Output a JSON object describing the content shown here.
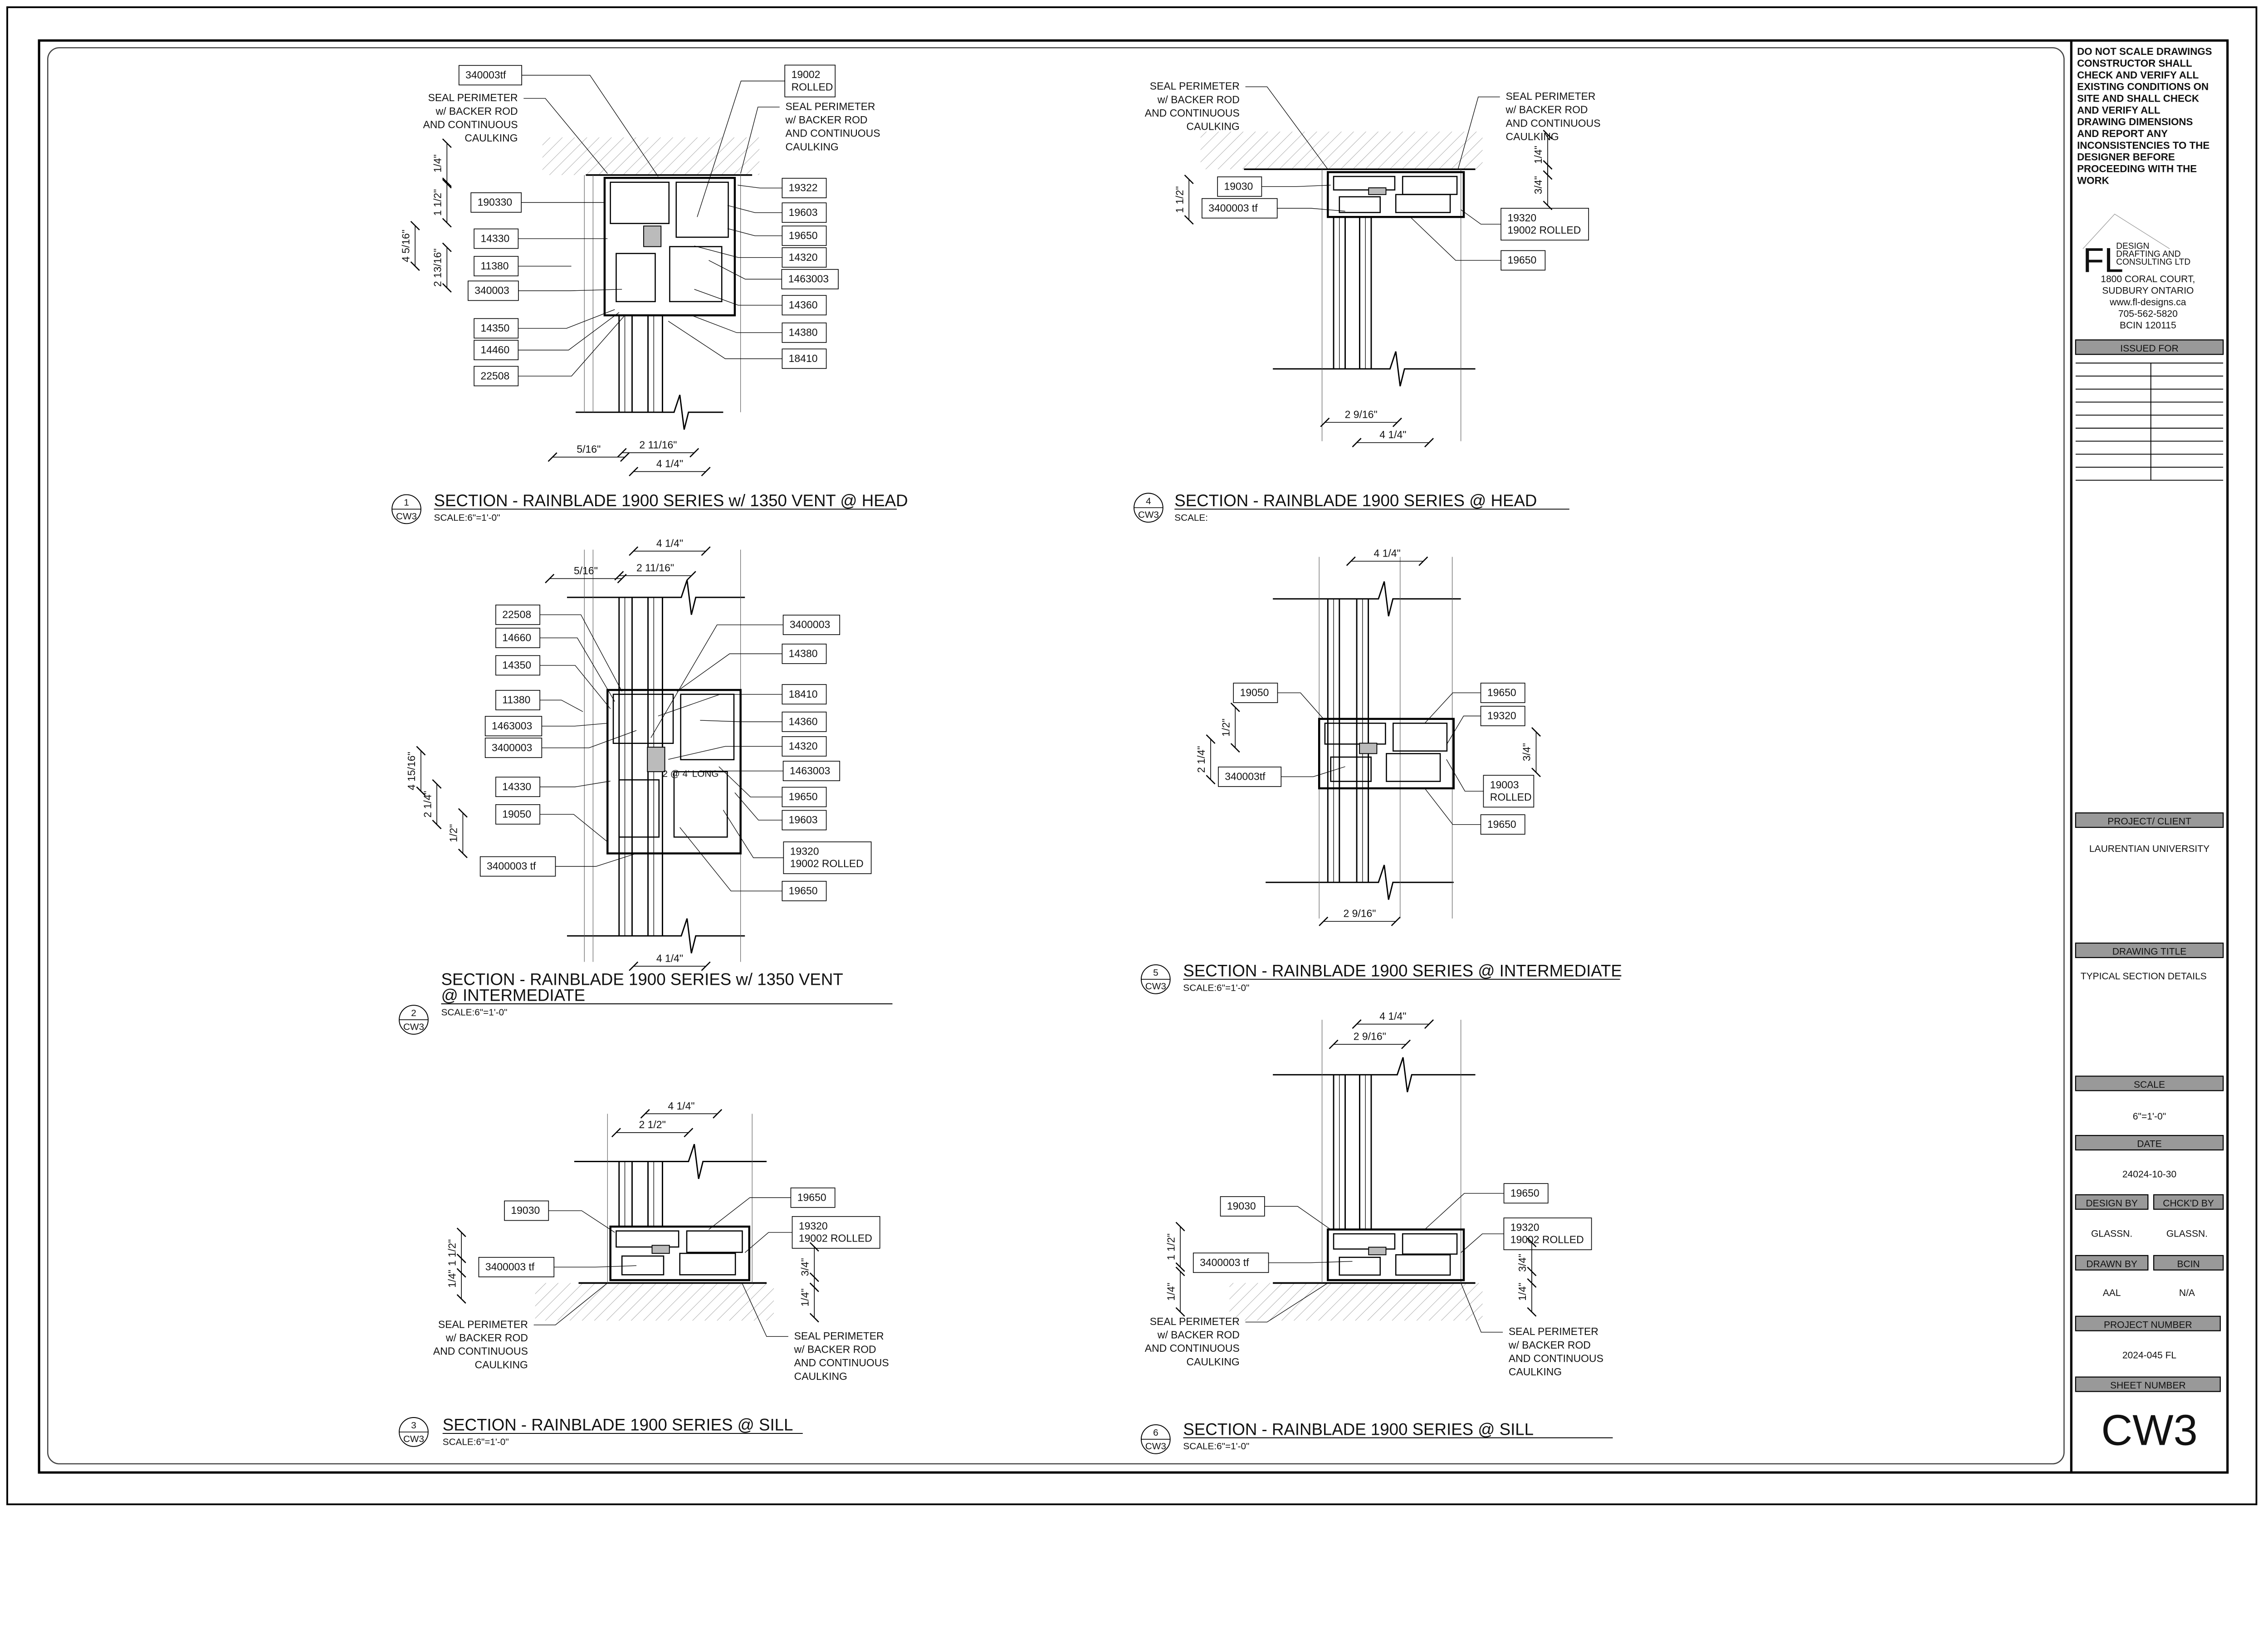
{
  "sheet": {
    "general_note": [
      "DO NOT SCALE DRAWINGS",
      "CONSTRUCTOR SHALL",
      "CHECK AND VERIFY ALL",
      "EXISTING CONDITIONS ON",
      "SITE AND SHALL CHECK",
      "AND VERIFY ALL",
      "DRAWING DIMENSIONS",
      "AND REPORT ANY",
      "INCONSISTENCIES TO THE",
      "DESIGNER BEFORE",
      "PROCEEDING WITH THE",
      "WORK"
    ],
    "logo": {
      "letters": "FL",
      "lines": [
        "DESIGN",
        "DRAFTING AND",
        "CONSULTING LTD"
      ]
    },
    "address": [
      "1800 CORAL COURT,",
      "SUDBURY ONTARIO",
      "www.fl-designs.ca",
      "705-562-5820",
      "BCIN 120115"
    ],
    "issued_for": "ISSUED FOR",
    "project_client_label": "PROJECT/ CLIENT",
    "project_client": "LAURENTIAN UNIVERSITY",
    "drawing_title_label": "DRAWING TITLE",
    "drawing_title": "TYPICAL SECTION DETAILS",
    "scale_label": "SCALE",
    "scale": "6\"=1'-0\"",
    "date_label": "DATE",
    "date": "24024-10-30",
    "design_by_label": "DESIGN BY",
    "design_by": "GLASSN.",
    "checked_by_label": "CHCK'D  BY",
    "checked_by": "GLASSN.",
    "drawn_by_label": "DRAWN BY",
    "drawn_by": "AAL",
    "bcin_label": "BCIN",
    "bcin": "N/A",
    "project_number_label": "PROJECT NUMBER",
    "project_number": "2024-045 FL",
    "sheet_number_label": "SHEET NUMBER",
    "sheet_number": "CW3"
  },
  "details": [
    {
      "number": "1",
      "sheet": "CW3",
      "title": [
        "SECTION - RAINBLADE 1900 SERIES w/ 1350 VENT @ HEAD"
      ],
      "scale": "SCALE:6\"=1'-0\"",
      "labels": [
        [
          "340003tf"
        ],
        [
          "19002",
          "ROLLED"
        ],
        [
          "190330"
        ],
        [
          "14330"
        ],
        [
          "11380"
        ],
        [
          "340003"
        ],
        [
          "14350"
        ],
        [
          "14460"
        ],
        [
          "22508"
        ],
        [
          "19322"
        ],
        [
          "19603"
        ],
        [
          "19650"
        ],
        [
          "14320"
        ],
        [
          "1463003"
        ],
        [
          "14360"
        ],
        [
          "14380"
        ],
        [
          "18410"
        ]
      ],
      "notes": [
        [
          "SEAL PERIMETER",
          "w/ BACKER ROD",
          "AND CONTINUOUS",
          "CAULKING"
        ],
        [
          "SEAL PERIMETER",
          "w/ BACKER ROD",
          "AND CONTINUOUS",
          "CAULKING"
        ]
      ],
      "dims": [
        "1/4\"",
        "1 1/2\"",
        "4 5/16\"",
        "2 13/16\"",
        "5/16\"",
        "2 11/16\"",
        "4 1/4\""
      ]
    },
    {
      "number": "2",
      "sheet": "CW3",
      "title": [
        "SECTION - RAINBLADE 1900 SERIES w/ 1350 VENT",
        "@ INTERMEDIATE"
      ],
      "scale": "SCALE:6\"=1'-0\"",
      "labels": [
        [
          "22508"
        ],
        [
          "14660"
        ],
        [
          "14350"
        ],
        [
          "11380"
        ],
        [
          "1463003"
        ],
        [
          "3400003"
        ],
        [
          "14330"
        ],
        [
          "19050"
        ],
        [
          "3400003 tf"
        ],
        [
          "3400003"
        ],
        [
          "14380"
        ],
        [
          "18410"
        ],
        [
          "14360"
        ],
        [
          "14320"
        ],
        [
          "1463003"
        ],
        [
          "19650"
        ],
        [
          "19603"
        ],
        [
          "19320",
          "19002 ROLLED"
        ],
        [
          "19650"
        ]
      ],
      "notes": [],
      "annotation": "2 @ 4' LONG",
      "dims": [
        "4 1/4\"",
        "5/16\"",
        "2 11/16\"",
        "4 15/16\"",
        "2 1/4\"",
        "1/2\"",
        "4 1/4\""
      ]
    },
    {
      "number": "3",
      "sheet": "CW3",
      "title": [
        "SECTION - RAINBLADE 1900 SERIES  @ SILL"
      ],
      "scale": "SCALE:6\"=1'-0\"",
      "labels": [
        [
          "19030"
        ],
        [
          "3400003 tf"
        ],
        [
          "19650"
        ],
        [
          "19320",
          "19002 ROLLED"
        ]
      ],
      "notes": [
        [
          "SEAL PERIMETER",
          "w/ BACKER ROD",
          "AND CONTINUOUS",
          "CAULKING"
        ],
        [
          "SEAL PERIMETER",
          "w/ BACKER ROD",
          "AND CONTINUOUS",
          "CAULKING"
        ]
      ],
      "dims": [
        "4 1/4\"",
        "2 1/2\"",
        "1 1/2\"",
        "1/4\"",
        "3/4\"",
        "1/4\""
      ]
    },
    {
      "number": "4",
      "sheet": "CW3",
      "title": [
        "SECTION - RAINBLADE 1900 SERIES  @ HEAD"
      ],
      "scale": "SCALE:",
      "labels": [
        [
          "19030"
        ],
        [
          "3400003 tf"
        ],
        [
          "19320",
          "19002 ROLLED"
        ],
        [
          "19650"
        ]
      ],
      "notes": [
        [
          "SEAL PERIMETER",
          "w/ BACKER ROD",
          "AND CONTINUOUS",
          "CAULKING"
        ],
        [
          "SEAL PERIMETER",
          "w/ BACKER ROD",
          "AND CONTINUOUS",
          "CAULKING"
        ]
      ],
      "dims": [
        "1/4\"",
        "3/4\"",
        "1 1/2\"",
        "2 9/16\"",
        "4 1/4\""
      ]
    },
    {
      "number": "5",
      "sheet": "CW3",
      "title": [
        "SECTION - RAINBLADE 1900 SERIES @ INTERMEDIATE"
      ],
      "scale": "SCALE:6\"=1'-0\"",
      "labels": [
        [
          "19050"
        ],
        [
          "340003tf"
        ],
        [
          "19650"
        ],
        [
          "19320"
        ],
        [
          "19003",
          "ROLLED"
        ],
        [
          "19650"
        ]
      ],
      "notes": [],
      "dims": [
        "4 1/4\"",
        "1/2\"",
        "2 1/4\"",
        "3/4\"",
        "2 9/16\""
      ]
    },
    {
      "number": "6",
      "sheet": "CW3",
      "title": [
        "SECTION - RAINBLADE 1900 SERIES @ SILL"
      ],
      "scale": "SCALE:6\"=1'-0\"",
      "labels": [
        [
          "19030"
        ],
        [
          "3400003 tf"
        ],
        [
          "19650"
        ],
        [
          "19320",
          "19002 ROLLED"
        ]
      ],
      "notes": [
        [
          "SEAL PERIMETER",
          "w/ BACKER ROD",
          "AND CONTINUOUS",
          "CAULKING"
        ],
        [
          "SEAL PERIMETER",
          "w/ BACKER ROD",
          "AND CONTINUOUS",
          "CAULKING"
        ]
      ],
      "dims": [
        "4 1/4\"",
        "2 9/16\"",
        "1 1/2\"",
        "1/4\"",
        "3/4\"",
        "1/4\""
      ]
    }
  ]
}
